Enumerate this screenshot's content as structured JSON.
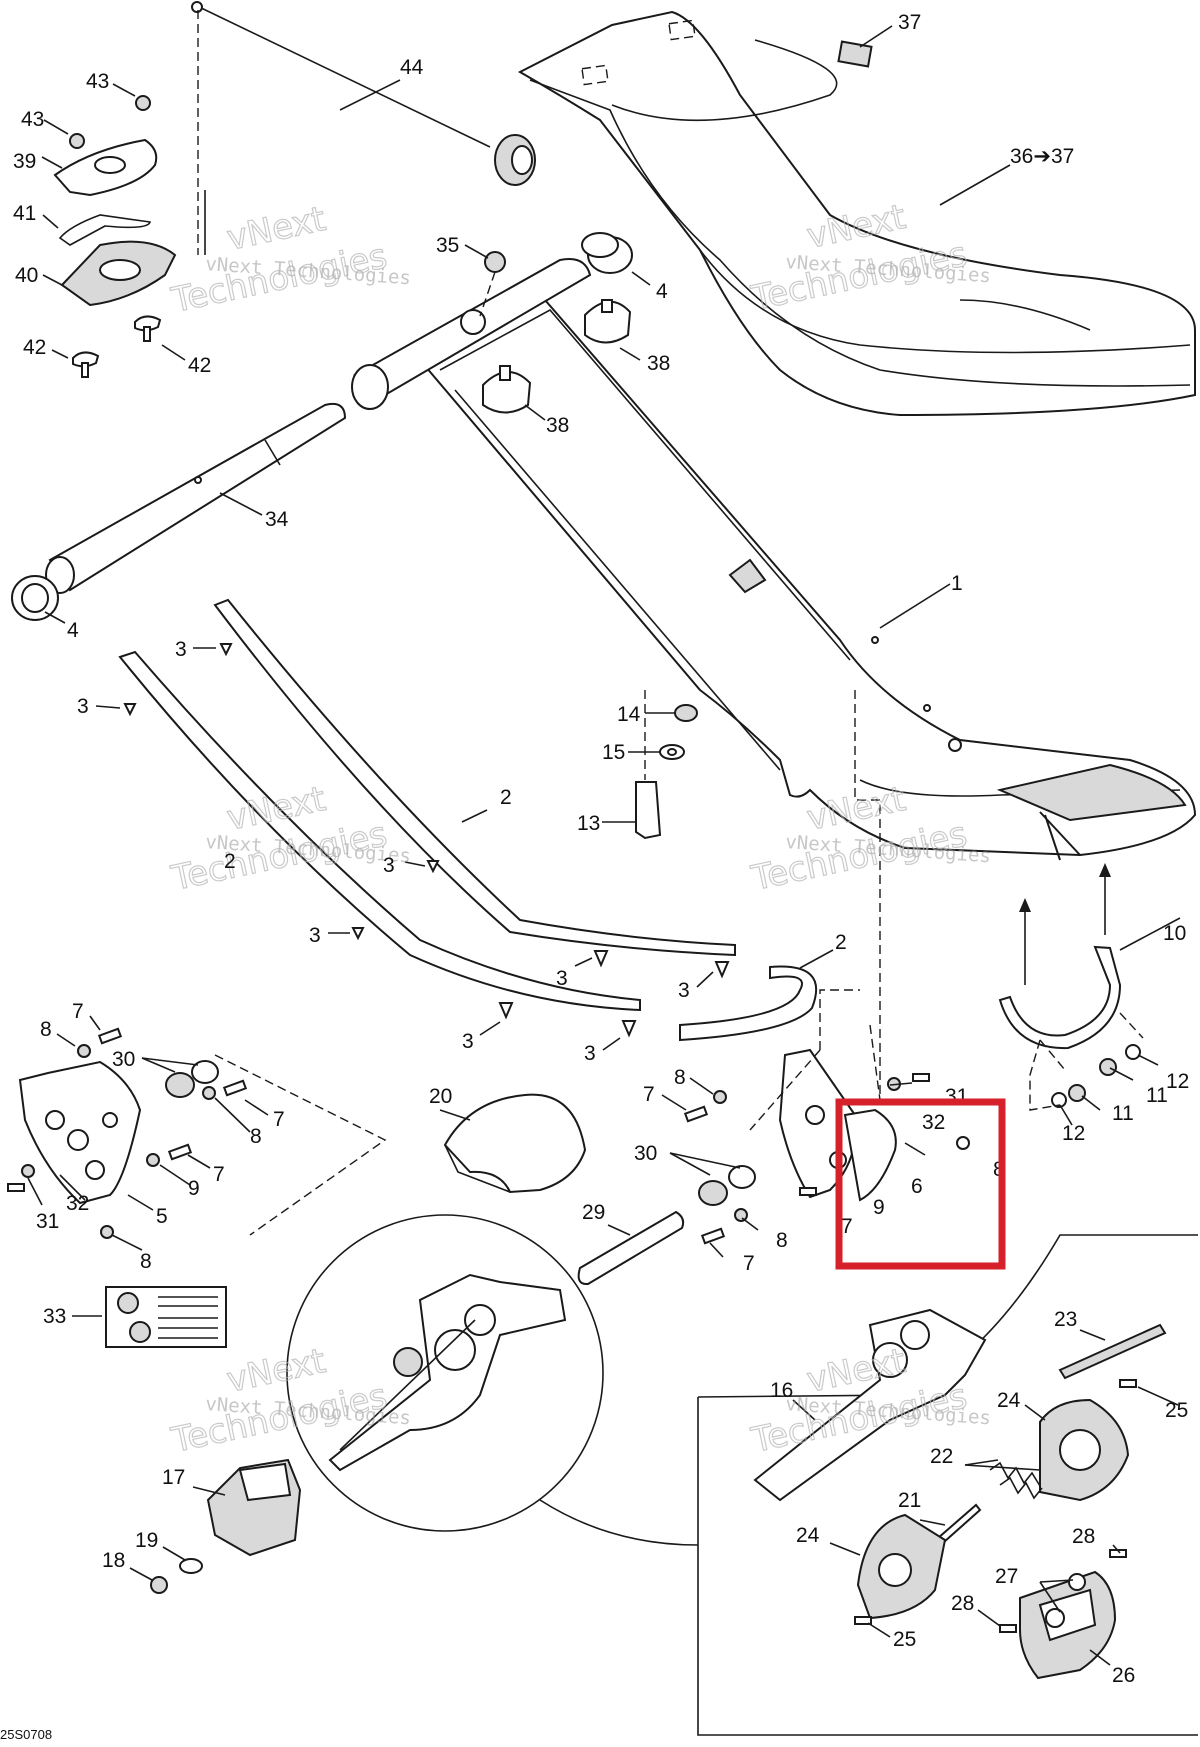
{
  "diagram": {
    "id_label": "25S0708",
    "watermark_line1": "vNext Technologies",
    "watermark_line2": "Technologies",
    "watermark_overlay": "vNext",
    "highlight_color": "#d6212a",
    "callouts": [
      {
        "key": "c44",
        "text": "44"
      },
      {
        "key": "c37",
        "text": "37"
      },
      {
        "key": "c43a",
        "text": "43"
      },
      {
        "key": "c43b",
        "text": "43"
      },
      {
        "key": "c39",
        "text": "39"
      },
      {
        "key": "c41",
        "text": "41"
      },
      {
        "key": "c40",
        "text": "40"
      },
      {
        "key": "c42a",
        "text": "42"
      },
      {
        "key": "c42b",
        "text": "42"
      },
      {
        "key": "c35",
        "text": "35"
      },
      {
        "key": "c4a",
        "text": "4"
      },
      {
        "key": "c38a",
        "text": "38"
      },
      {
        "key": "c38b",
        "text": "38"
      },
      {
        "key": "c36",
        "text": "36➔37"
      },
      {
        "key": "c34",
        "text": "34"
      },
      {
        "key": "c4b",
        "text": "4"
      },
      {
        "key": "c1",
        "text": "1"
      },
      {
        "key": "c3a",
        "text": "3"
      },
      {
        "key": "c3b",
        "text": "3"
      },
      {
        "key": "c14",
        "text": "14"
      },
      {
        "key": "c15",
        "text": "15"
      },
      {
        "key": "c13",
        "text": "13"
      },
      {
        "key": "c2a",
        "text": "2"
      },
      {
        "key": "c2b",
        "text": "2"
      },
      {
        "key": "c3c",
        "text": "3"
      },
      {
        "key": "c3d",
        "text": "3"
      },
      {
        "key": "c3e",
        "text": "3"
      },
      {
        "key": "c3f",
        "text": "3"
      },
      {
        "key": "c2c",
        "text": "2"
      },
      {
        "key": "c3g",
        "text": "3"
      },
      {
        "key": "c3h",
        "text": "3"
      },
      {
        "key": "c10",
        "text": "10"
      },
      {
        "key": "c7a",
        "text": "7"
      },
      {
        "key": "c8a",
        "text": "8"
      },
      {
        "key": "c30a",
        "text": "30"
      },
      {
        "key": "c7b",
        "text": "7"
      },
      {
        "key": "c8b",
        "text": "8"
      },
      {
        "key": "c7c",
        "text": "7"
      },
      {
        "key": "c9a",
        "text": "9"
      },
      {
        "key": "c31a",
        "text": "31"
      },
      {
        "key": "c32a",
        "text": "32"
      },
      {
        "key": "c5",
        "text": "5"
      },
      {
        "key": "c8c",
        "text": "8"
      },
      {
        "key": "c20",
        "text": "20"
      },
      {
        "key": "c8d",
        "text": "8"
      },
      {
        "key": "c7d",
        "text": "7"
      },
      {
        "key": "c31b",
        "text": "31"
      },
      {
        "key": "c32b",
        "text": "32"
      },
      {
        "key": "c8e",
        "text": "8"
      },
      {
        "key": "c6",
        "text": "6"
      },
      {
        "key": "c9b",
        "text": "9"
      },
      {
        "key": "c7e",
        "text": "7"
      },
      {
        "key": "c30b",
        "text": "30"
      },
      {
        "key": "c29",
        "text": "29"
      },
      {
        "key": "c8f",
        "text": "8"
      },
      {
        "key": "c7f",
        "text": "7"
      },
      {
        "key": "c11a",
        "text": "11"
      },
      {
        "key": "c12a",
        "text": "12"
      },
      {
        "key": "c11b",
        "text": "11"
      },
      {
        "key": "c12b",
        "text": "12"
      },
      {
        "key": "c33",
        "text": "33"
      },
      {
        "key": "c23",
        "text": "23"
      },
      {
        "key": "c16",
        "text": "16"
      },
      {
        "key": "c25a",
        "text": "25"
      },
      {
        "key": "c24a",
        "text": "24"
      },
      {
        "key": "c22",
        "text": "22"
      },
      {
        "key": "c17",
        "text": "17"
      },
      {
        "key": "c21",
        "text": "21"
      },
      {
        "key": "c19",
        "text": "19"
      },
      {
        "key": "c18",
        "text": "18"
      },
      {
        "key": "c24b",
        "text": "24"
      },
      {
        "key": "c28a",
        "text": "28"
      },
      {
        "key": "c27",
        "text": "27"
      },
      {
        "key": "c28b",
        "text": "28"
      },
      {
        "key": "c25b",
        "text": "25"
      },
      {
        "key": "c26",
        "text": "26"
      }
    ]
  }
}
